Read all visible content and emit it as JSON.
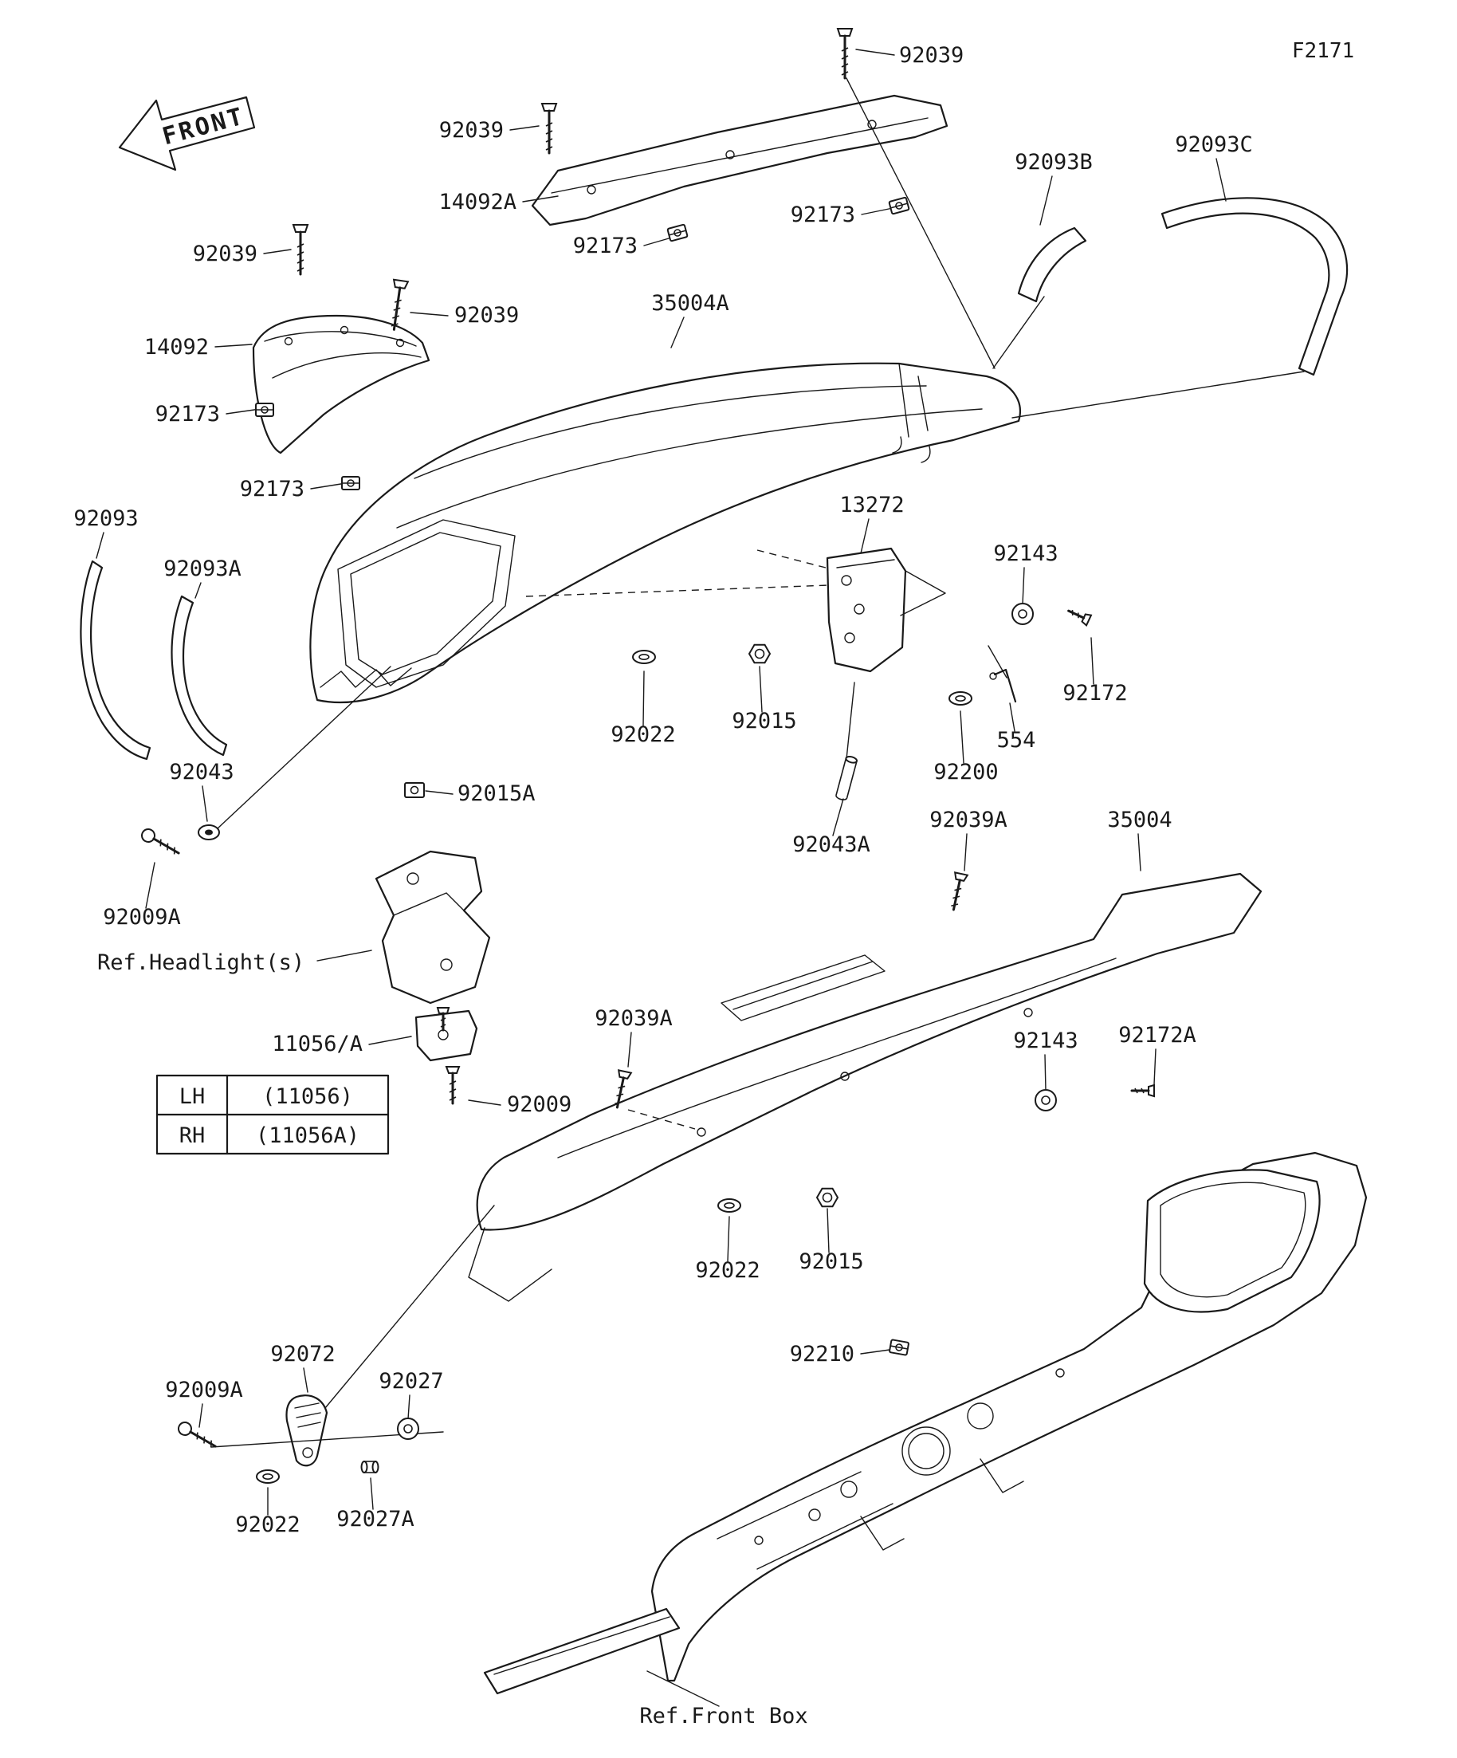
{
  "figure": {
    "code": "F2171",
    "front_arrow": "FRONT",
    "ref_headlight": "Ref.Headlight(s)",
    "ref_front_box": "Ref.Front Box"
  },
  "parts_table": {
    "rows": [
      {
        "side": "LH",
        "number": "(11056)"
      },
      {
        "side": "RH",
        "number": "(11056A)"
      }
    ]
  },
  "labels": [
    {
      "text": "92039"
    },
    {
      "text": "92039"
    },
    {
      "text": "14092A"
    },
    {
      "text": "92173"
    },
    {
      "text": "92173"
    },
    {
      "text": "92093B"
    },
    {
      "text": "92093C"
    },
    {
      "text": "92039"
    },
    {
      "text": "92039"
    },
    {
      "text": "35004A"
    },
    {
      "text": "14092"
    },
    {
      "text": "92173"
    },
    {
      "text": "92173"
    },
    {
      "text": "13272"
    },
    {
      "text": "92143"
    },
    {
      "text": "92093"
    },
    {
      "text": "92093A"
    },
    {
      "text": "92172"
    },
    {
      "text": "554"
    },
    {
      "text": "92022"
    },
    {
      "text": "92015"
    },
    {
      "text": "92200"
    },
    {
      "text": "92043"
    },
    {
      "text": "92015A"
    },
    {
      "text": "92043A"
    },
    {
      "text": "92039A"
    },
    {
      "text": "35004"
    },
    {
      "text": "92009A"
    },
    {
      "text": "11056/A"
    },
    {
      "text": "92009"
    },
    {
      "text": "92039A"
    },
    {
      "text": "92143"
    },
    {
      "text": "92172A"
    },
    {
      "text": "92022"
    },
    {
      "text": "92015"
    },
    {
      "text": "92210"
    },
    {
      "text": "92072"
    },
    {
      "text": "92027"
    },
    {
      "text": "92009A"
    },
    {
      "text": "92022"
    },
    {
      "text": "92027A"
    }
  ]
}
